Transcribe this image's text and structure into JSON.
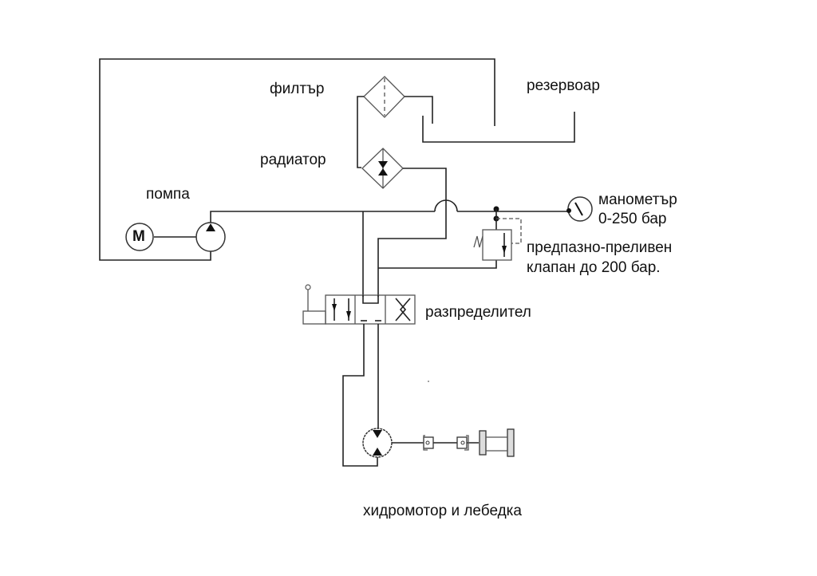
{
  "diagram": {
    "type": "hydraulic-schematic",
    "colors": {
      "line": "#222222",
      "background": "#ffffff",
      "text": "#111111"
    },
    "labels": {
      "filter": "филтър",
      "reservoir": "резервоар",
      "radiator": "радиатор",
      "pump": "помпа",
      "motor_letter": "M",
      "manometer": "манометър",
      "manometer_range": "0-250 бар",
      "relief_valve_line1": "предпазно-преливен",
      "relief_valve_line2": "клапан до 200 бар.",
      "distributor": "разпределител",
      "hydromotor_winch": "хидромотор и лебедка"
    },
    "components": [
      {
        "id": "electric-motor",
        "symbol": "circle-M"
      },
      {
        "id": "pump",
        "symbol": "pump-unidirectional"
      },
      {
        "id": "filter",
        "symbol": "diamond-dashed"
      },
      {
        "id": "radiator",
        "symbol": "diamond-cooler"
      },
      {
        "id": "reservoir",
        "symbol": "open-tank"
      },
      {
        "id": "manometer",
        "symbol": "gauge"
      },
      {
        "id": "relief-valve",
        "symbol": "pressure-relief"
      },
      {
        "id": "distributor",
        "symbol": "4-3-directional-valve"
      },
      {
        "id": "hydromotor",
        "symbol": "bidirectional-motor"
      },
      {
        "id": "winch",
        "symbol": "drum"
      }
    ]
  }
}
